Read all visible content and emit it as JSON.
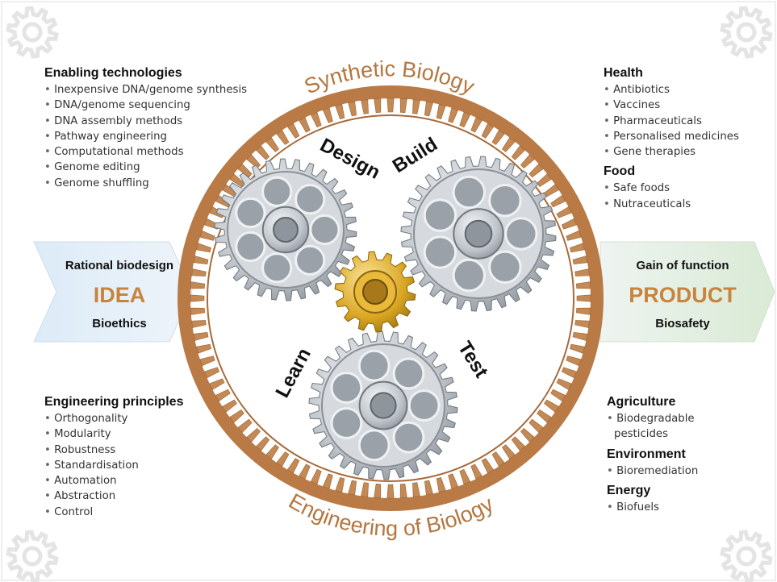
{
  "ring": {
    "top_text": "Synthetic Biology",
    "bottom_text": "Engineering of Biology"
  },
  "gears": {
    "design": "Design",
    "build": "Build",
    "learn": "Learn",
    "test": "Test"
  },
  "idea_arrow": {
    "top": "Rational biodesign",
    "main": "IDEA",
    "bottom": "Bioethics"
  },
  "product_arrow": {
    "top": "Gain of function",
    "main": "PRODUCT",
    "bottom": "Biosafety"
  },
  "enabling": {
    "title": "Enabling technologies",
    "items": [
      "Inexpensive DNA/genome synthesis",
      "DNA/genome sequencing",
      "DNA assembly methods",
      "Pathway engineering",
      "Computational methods",
      "Genome editing",
      "Genome shuffling"
    ]
  },
  "principles": {
    "title": "Engineering principles",
    "items": [
      "Orthogonality",
      "Modularity",
      "Robustness",
      "Standardisation",
      "Automation",
      "Abstraction",
      "Control"
    ]
  },
  "health": {
    "title": "Health",
    "items": [
      "Antibiotics",
      "Vaccines",
      "Pharmaceuticals",
      "Personalised medicines",
      "Gene therapies"
    ]
  },
  "food": {
    "title": "Food",
    "items": [
      "Safe foods",
      "Nutraceuticals"
    ]
  },
  "agriculture": {
    "title": "Agriculture",
    "items": [
      "Biodegradable",
      "pesticides"
    ]
  },
  "environment": {
    "title": "Environment",
    "items": [
      "Bioremediation"
    ]
  },
  "energy": {
    "title": "Energy",
    "items": [
      "Biofuels"
    ]
  },
  "colors": {
    "ring": "#b97a46",
    "ring_text": "#b5763f",
    "arrow_main": "#c8843f",
    "gear_gold": "#d9a520",
    "gear_silver": "#c9ced3"
  }
}
